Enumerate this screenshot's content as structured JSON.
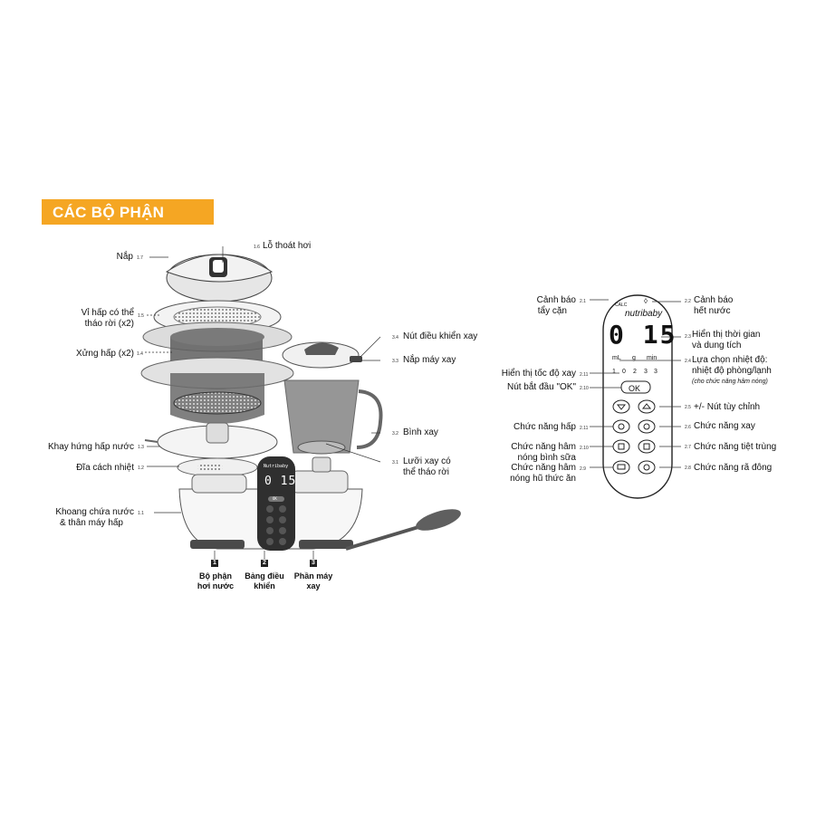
{
  "header": {
    "title": "CÁC BỘ PHẬN"
  },
  "left_labels": {
    "nap": "Nắp",
    "nap_num": "1.7",
    "lo_thoat_hoi": "Lỗ thoát hơi",
    "lo_thoat_hoi_num": "1.6",
    "vi_hap_1": "Vỉ hấp có thể",
    "vi_hap_2": "tháo rời (x2)",
    "vi_hap_num": "1.5",
    "xung_hap": "Xửng hấp (x2)",
    "xung_hap_num": "1.4",
    "khay": "Khay hứng hấp nước",
    "khay_num": "1.3",
    "dia": "Đĩa cách nhiệt",
    "dia_num": "1.2",
    "khoang_1": "Khoang chứa nước",
    "khoang_2": "& thân máy hấp",
    "khoang_num": "1.1",
    "nut_dieu_khien": "Nút điều khiển xay",
    "nut_dieu_khien_num": "3.4",
    "nap_may_xay": "Nắp máy xay",
    "nap_may_xay_num": "3.3",
    "binh_xay": "Bình xay",
    "binh_xay_num": "3.2",
    "luoi_1": "Lưỡi xay có",
    "luoi_2": "thể tháo rời",
    "luoi_num": "3.1"
  },
  "bottom_parts": [
    {
      "num": "1",
      "line1": "Bộ phận",
      "line2": "hơi nước"
    },
    {
      "num": "2",
      "line1": "Bảng điều",
      "line2": "khiển"
    },
    {
      "num": "3",
      "line1": "Phần máy",
      "line2": "xay"
    }
  ],
  "panel": {
    "brand": "nutribaby",
    "calc": "CALC",
    "display": "0 15",
    "units": [
      "mL",
      "g",
      "min"
    ],
    "temps": [
      "1",
      "0",
      "2",
      "3",
      "3"
    ],
    "ok": "OK",
    "mini_brand": "Nutribaby",
    "mini_display": "0 15",
    "mini_ok": "OK"
  },
  "right_labels": {
    "canh_bao_tay_1": "Cảnh báo",
    "canh_bao_tay_2": "tẩy cặn",
    "canh_bao_tay_num": "2.1",
    "canh_bao_nuoc_1": "Cảnh báo",
    "canh_bao_nuoc_2": "hết nước",
    "canh_bao_nuoc_num": "2.2",
    "hien_thi_1": "Hiển thị thời gian",
    "hien_thi_2": "và dung tích",
    "hien_thi_num": "2.3",
    "nhiet_do_1": "Lựa chọn nhiệt độ:",
    "nhiet_do_2": "nhiệt độ phòng/lạnh",
    "nhiet_do_3": "(cho chức năng hâm nóng)",
    "nhiet_do_num": "2.4",
    "toc_do": "Hiển thị tốc độ xay",
    "toc_do_num": "2.11",
    "ok_btn": "Nút bắt đầu \"OK\"",
    "ok_btn_num": "2.10",
    "tuy_chinh": "+/- Nút tùy chỉnh",
    "tuy_chinh_num": "2.5",
    "hap": "Chức năng hấp",
    "hap_num": "2.11",
    "xay": "Chức năng xay",
    "xay_num": "2.6",
    "ham_binh_1": "Chức năng hâm",
    "ham_binh_2": "nóng bình sữa",
    "ham_binh_num": "2.10",
    "tiet_trung": "Chức năng tiệt trùng",
    "tiet_trung_num": "2.7",
    "ham_hu_1": "Chức năng hâm",
    "ham_hu_2": "nóng hũ thức ăn",
    "ham_hu_num": "2.9",
    "ra_dong": "Chức năng rã đông",
    "ra_dong_num": "2.8"
  }
}
